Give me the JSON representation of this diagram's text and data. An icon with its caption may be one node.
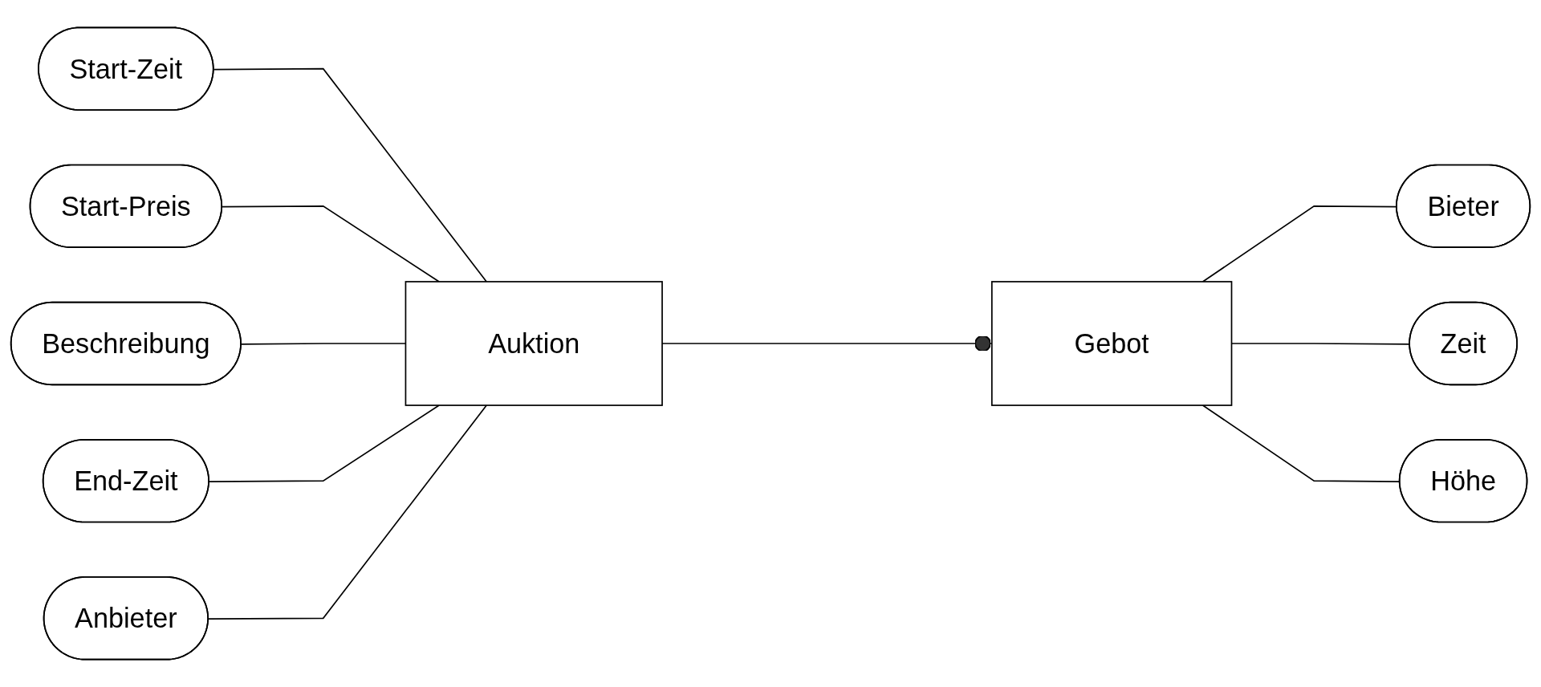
{
  "diagram": {
    "nodes": [
      {
        "text": [
          "Start-Zeit"
        ]
      },
      {
        "text": [
          "Start-Preis"
        ]
      },
      {
        "text": [
          "Bieter"
        ]
      },
      {
        "text": [
          "Beschreibung"
        ]
      },
      {
        "text": [
          "Auktion"
        ]
      },
      {
        "text": [
          "End-Zeit"
        ]
      },
      {
        "text": [
          "Gebot"
        ]
      },
      {
        "text": [
          "Zeit"
        ]
      },
      {
        "text": [
          "Anbieter"
        ]
      },
      {
        "text": [
          "Höhe"
        ]
      }
    ],
    "edges": [
      {
        "from": 0,
        "to": 4,
        "arrow": "none"
      },
      {
        "from": 1,
        "to": 4,
        "arrow": "none"
      },
      {
        "from": 3,
        "to": 4,
        "arrow": "none"
      },
      {
        "from": 5,
        "to": 4,
        "arrow": "none"
      },
      {
        "from": 8,
        "to": 4,
        "arrow": "none"
      },
      {
        "from": 4,
        "to": 6,
        "arrow": "other"
      },
      {
        "from": 6,
        "to": 2,
        "arrow": "none"
      },
      {
        "from": 6,
        "to": 7,
        "arrow": "none"
      },
      {
        "from": 6,
        "to": 9,
        "arrow": "none"
      }
    ]
  }
}
